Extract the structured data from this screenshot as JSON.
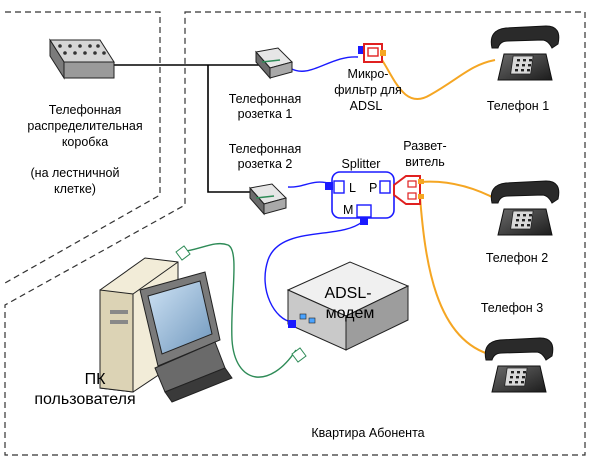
{
  "labels": {
    "distribution_box_line1": "Телефонная",
    "distribution_box_line2": "распределительная",
    "distribution_box_line3": "коробка",
    "distribution_box_note_line1": "(на лестничной",
    "distribution_box_note_line2": "клетке)",
    "socket1_line1": "Телефонная",
    "socket1_line2": "розетка 1",
    "socket2_line1": "Телефонная",
    "socket2_line2": "розетка 2",
    "microfilter_line1": "Микро-",
    "microfilter_line2": "фильтр для",
    "microfilter_line3": "ADSL",
    "phone1": "Телефон 1",
    "phone2": "Телефон 2",
    "phone3": "Телефон 3",
    "splitter": "Splitter",
    "splitter_port_line": "L",
    "splitter_port_phone": "P",
    "splitter_port_modem": "M",
    "divider_line1": "Развет-",
    "divider_line2": "витель",
    "modem_line1": "ADSL-",
    "modem_line2": "модем",
    "pc_line1": "ПК",
    "pc_line2": "пользователя",
    "apartment": "Квартира Абонента"
  },
  "colors": {
    "phone_line": "#000000",
    "adsl_line": "#1a1aff",
    "phone_cord": "#f5a623",
    "pc_cable": "#2e8b57",
    "filter": "#e02020",
    "boundary": "#333333"
  },
  "icons": [
    "distribution-box-icon",
    "socket-icon",
    "microfilter-icon",
    "telephone-icon",
    "splitter-icon",
    "divider-icon",
    "modem-icon",
    "computer-icon"
  ]
}
